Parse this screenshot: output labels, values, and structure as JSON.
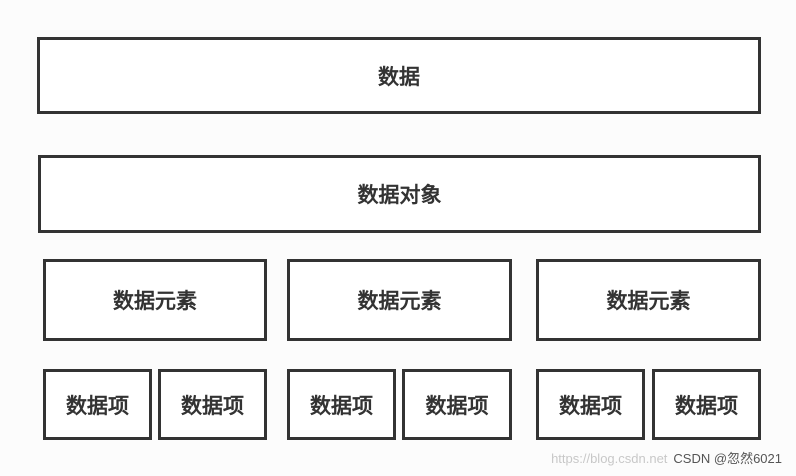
{
  "diagram": {
    "level1": {
      "label": "数据"
    },
    "level2": {
      "label": "数据对象"
    },
    "level3": [
      {
        "label": "数据元素"
      },
      {
        "label": "数据元素"
      },
      {
        "label": "数据元素"
      }
    ],
    "level4": [
      {
        "label": "数据项"
      },
      {
        "label": "数据项"
      },
      {
        "label": "数据项"
      },
      {
        "label": "数据项"
      },
      {
        "label": "数据项"
      },
      {
        "label": "数据项"
      }
    ]
  },
  "watermark": {
    "url": "https://blog.csdn.net",
    "author": "CSDN @忽然6021"
  },
  "colors": {
    "border": "#333333",
    "text": "#333333",
    "background": "#fcfcfc"
  }
}
